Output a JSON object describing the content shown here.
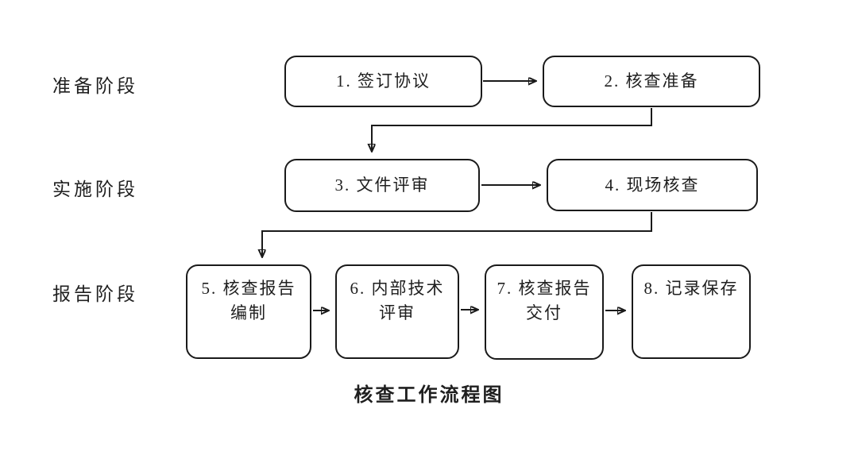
{
  "title": "核查工作流程图",
  "stages": [
    {
      "label": "准备阶段"
    },
    {
      "label": "实施阶段"
    },
    {
      "label": "报告阶段"
    }
  ],
  "nodes": [
    {
      "id": 1,
      "lines": [
        "1. 签订协议"
      ]
    },
    {
      "id": 2,
      "lines": [
        "2. 核查准备"
      ]
    },
    {
      "id": 3,
      "lines": [
        "3. 文件评审"
      ]
    },
    {
      "id": 4,
      "lines": [
        "4. 现场核查"
      ]
    },
    {
      "id": 5,
      "lines": [
        "5. 核查报告",
        "编制"
      ]
    },
    {
      "id": 6,
      "lines": [
        "6. 内部技术",
        "评审"
      ]
    },
    {
      "id": 7,
      "lines": [
        "7. 核查报告",
        "交付"
      ]
    },
    {
      "id": 8,
      "lines": [
        "8. 记录保存"
      ]
    }
  ],
  "colors": {
    "line": "#1a1a1a",
    "text": "#1f1f1f",
    "background": "#ffffff"
  }
}
